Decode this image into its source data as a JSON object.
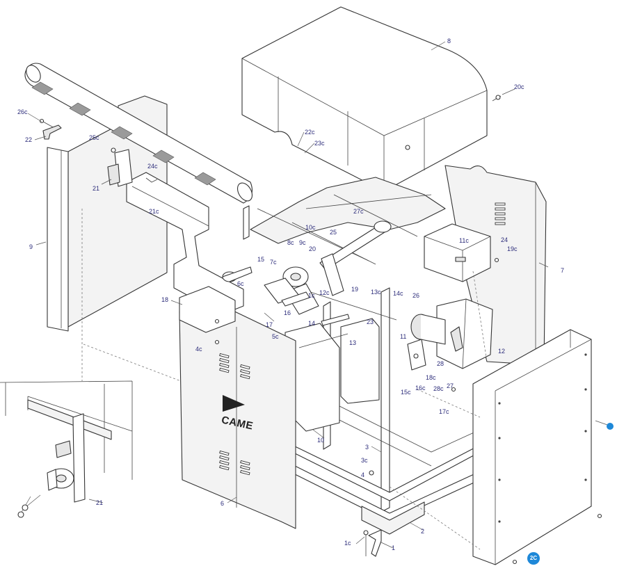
{
  "diagram": {
    "brand_logo": "CAME",
    "accent_color": "#1e88d8",
    "callouts": [
      "8",
      "20c",
      "26c",
      "22",
      "22c",
      "23c",
      "25c",
      "24c",
      "21",
      "21c",
      "9",
      "27c",
      "10c",
      "25",
      "8c",
      "9c",
      "20",
      "11c",
      "24",
      "19c",
      "7",
      "15",
      "7c",
      "6c",
      "1c",
      "12c",
      "19",
      "13c",
      "14c",
      "26",
      "18",
      "16",
      "14",
      "23",
      "17",
      "5c",
      "13",
      "11",
      "12",
      "4c",
      "28",
      "18c",
      "16c",
      "28c",
      "27",
      "15c",
      "17c",
      "10",
      "3",
      "3c",
      "4",
      "6",
      "2",
      "1c",
      "1",
      "21"
    ],
    "badge": "2C"
  }
}
